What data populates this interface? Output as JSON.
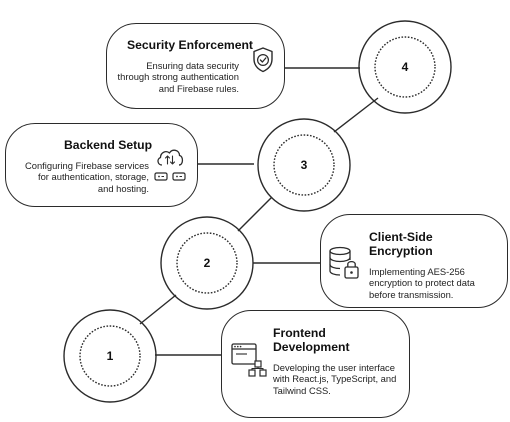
{
  "steps": [
    {
      "number": "1",
      "title_lines": [
        "Frontend",
        "Development"
      ],
      "desc_lines": [
        "Developing the user interface",
        "with React.js, TypeScript, and",
        "Tailwind CSS."
      ],
      "icon": "browser-window-icon"
    },
    {
      "number": "2",
      "title_lines": [
        "Client-Side",
        "Encryption"
      ],
      "desc_lines": [
        "Implementing AES-256",
        "encryption to protect data",
        "before transmission."
      ],
      "icon": "database-lock-icon"
    },
    {
      "number": "3",
      "title_lines": [
        "Backend Setup"
      ],
      "desc_lines": [
        "Configuring Firebase services",
        "for authentication, storage,",
        "and hosting."
      ],
      "icon": "cloud-server-icon"
    },
    {
      "number": "4",
      "title_lines": [
        "Security Enforcement"
      ],
      "desc_lines": [
        "Ensuring data security",
        "through strong authentication",
        "and Firebase rules."
      ],
      "icon": "shield-check-icon"
    }
  ],
  "colors": {
    "stroke": "#2b2b2b",
    "text": "#1a1a1a"
  }
}
